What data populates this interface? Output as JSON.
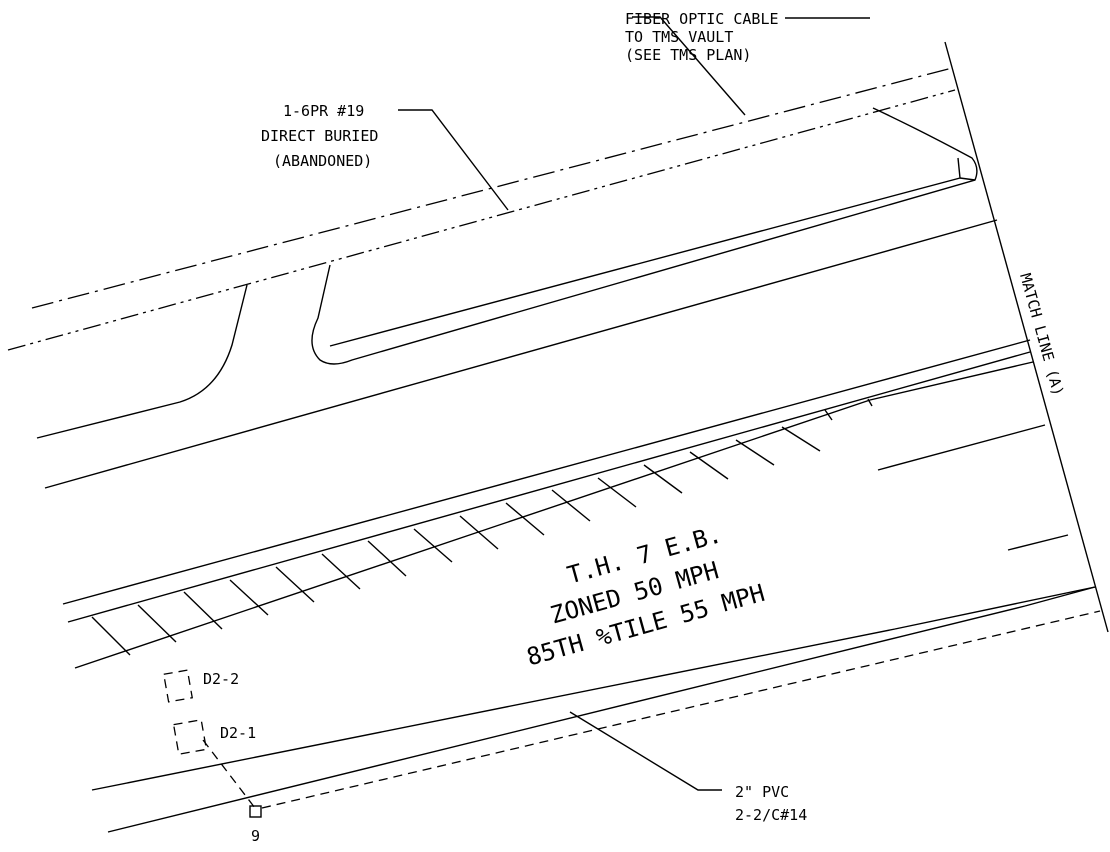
{
  "labels": {
    "fiber_optic": [
      "FIBER OPTIC CABLE",
      "TO TMS VAULT",
      "(SEE TMS PLAN)"
    ],
    "direct_buried": [
      "1-6PR #19",
      "DIRECT BURIED",
      "(ABANDONED)"
    ],
    "match_line": "MATCH LINE (A)",
    "roadway": [
      "T.H. 7 E.B.",
      "ZONED 50 MPH",
      "85TH %TILE 55 MPH"
    ],
    "detector_d2_2": "D2-2",
    "detector_d2_1": "D2-1",
    "conduit": [
      "2\" PVC",
      "2-2/C#14"
    ],
    "handhole_number": "9"
  }
}
